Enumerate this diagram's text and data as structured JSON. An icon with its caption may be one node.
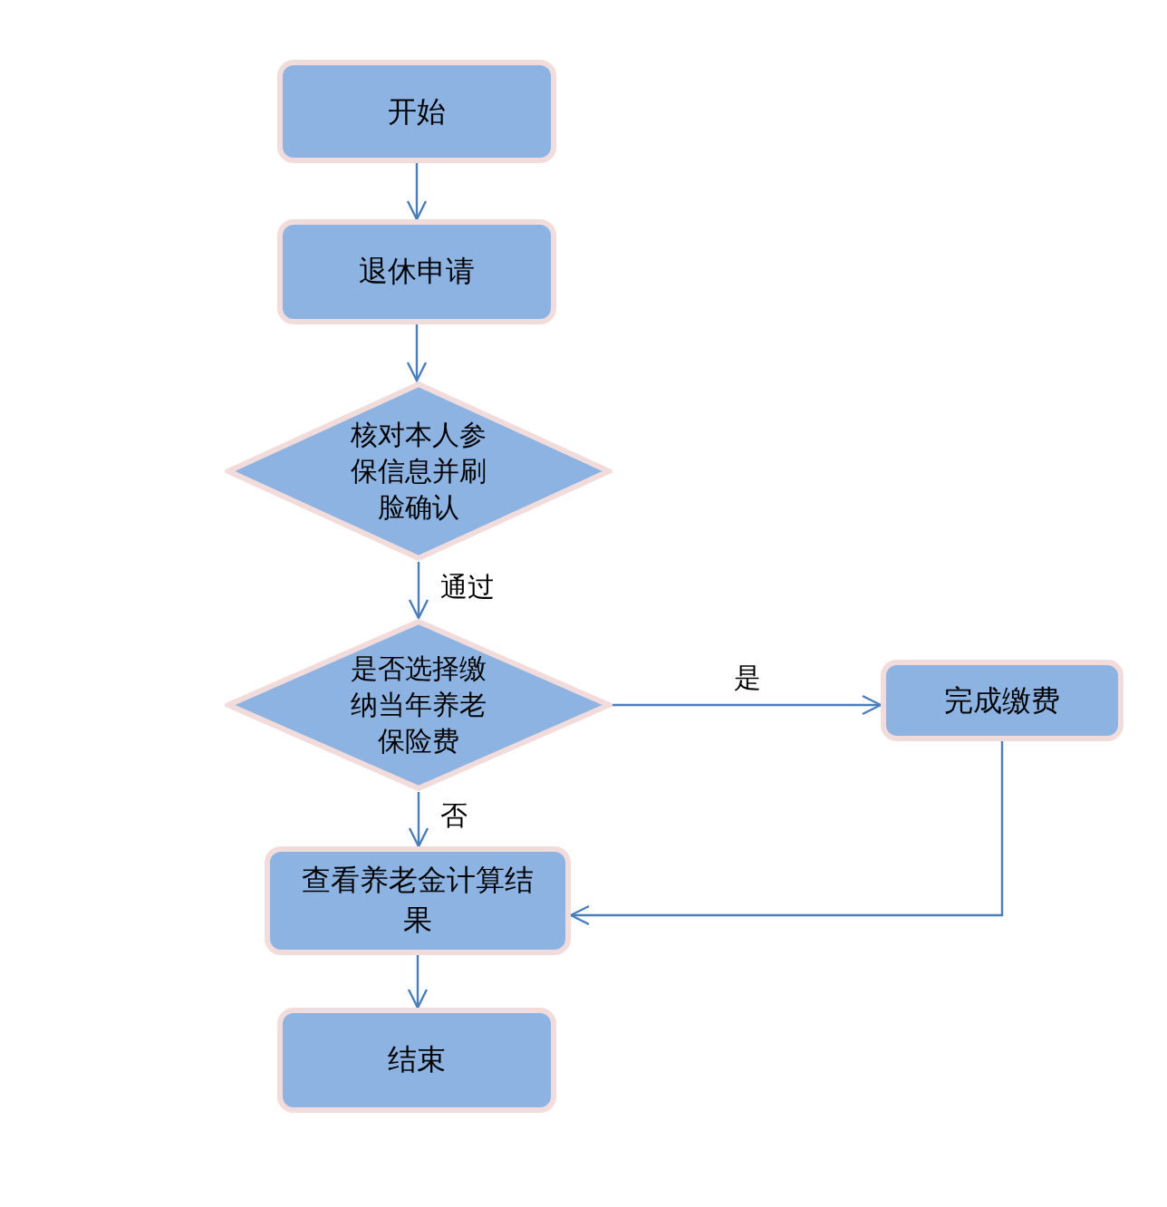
{
  "diagram": {
    "nodes": [
      {
        "text": [
          "开始"
        ]
      },
      {
        "text": [
          "退休申请"
        ]
      },
      {
        "text": [
          "核对本人参保信息并刷脸确认"
        ]
      },
      {
        "text": [
          "是否选择缴纳当年养老保险费"
        ]
      },
      {
        "text": [
          "完成缴费"
        ]
      },
      {
        "text": [
          "查看养老金计算结果"
        ]
      },
      {
        "text": [
          "结束"
        ]
      }
    ],
    "edges": [
      {
        "from": 0,
        "to": 1,
        "arrow": "to"
      },
      {
        "from": 1,
        "to": 2,
        "arrow": "to"
      },
      {
        "from": 2,
        "to": 3,
        "arrow": "to",
        "label": "通过"
      },
      {
        "from": 3,
        "to": 4,
        "arrow": "to",
        "label": "是"
      },
      {
        "from": 3,
        "to": 5,
        "arrow": "to",
        "label": "否"
      },
      {
        "from": 4,
        "to": 5,
        "arrow": "to"
      },
      {
        "from": 5,
        "to": 6,
        "arrow": "to"
      }
    ]
  }
}
